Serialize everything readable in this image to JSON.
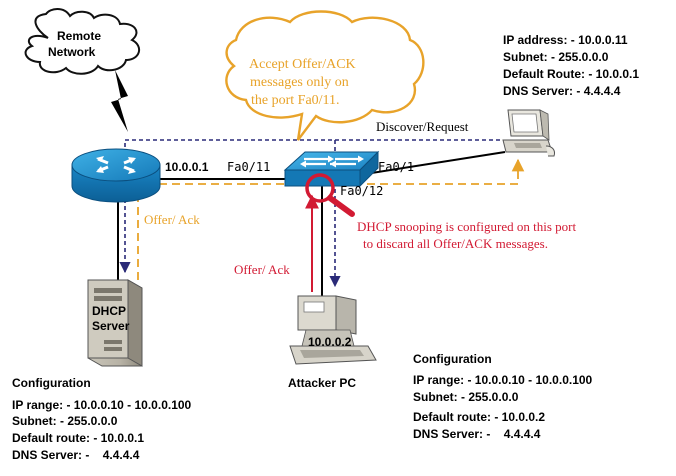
{
  "remote_network": {
    "line1": "Remote",
    "line2": "Network"
  },
  "callout": {
    "line1": "Accept Offer/ACK",
    "line2": "messages only on",
    "line3": "the port Fa0/11."
  },
  "client_config": {
    "ip": "IP address: - 10.0.0.11",
    "subnet": "Subnet: - 255.0.0.0",
    "route": "Default Route: - 10.0.0.1",
    "dns": "DNS Server: - 4.4.4.4"
  },
  "labels": {
    "router_ip": "10.0.0.1",
    "fa011": "Fa0/11",
    "fa01": "Fa0/1",
    "fa012": "Fa0/12",
    "discover": "Discover/Request",
    "offer_ack_left": "Offer/ Ack",
    "offer_ack_attacker": "Offer/ Ack",
    "snoop1": "DHCP snooping is configured on this port",
    "snoop2": "to discard all Offer/ACK messages.",
    "dhcp1": "DHCP",
    "dhcp2": "Server",
    "attacker_ip": "10.0.0.2",
    "attacker_name": "Attacker PC"
  },
  "dhcp_config": {
    "title": "Configuration",
    "range": "IP range: - 10.0.0.10 - 10.0.0.100",
    "subnet": "Subnet: - 255.0.0.0",
    "route": "Default route: - 10.0.0.1",
    "dns": "DNS Server: -    4.4.4.4"
  },
  "attacker_config": {
    "title": "Configuration",
    "range": "IP range: - 10.0.0.10 - 10.0.0.100",
    "subnet": "Subnet: - 255.0.0.0",
    "route": "Default route: - 10.0.0.2",
    "dns": "DNS Server: -    4.4.4.4"
  },
  "colors": {
    "cisco_blue": "#1f8fc9",
    "legit_path": "#e8a32a",
    "attack_path": "#d21a33",
    "discover_path": "#2a2a78",
    "callout_border": "#e8a32a"
  }
}
